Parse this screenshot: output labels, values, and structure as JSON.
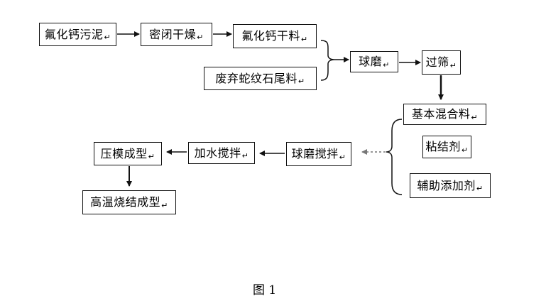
{
  "nodes": {
    "calcium_fluoride_sludge": "氟化钙污泥",
    "sealed_drying": "密闭干燥",
    "calcium_fluoride_dry": "氟化钙干料",
    "waste_serpentine_tailings": "废弃蛇纹石尾料",
    "ball_milling": "球磨",
    "sieving": "过筛",
    "basic_mixture": "基本混合料",
    "binder": "粘结剂",
    "auxiliary_additive": "辅助添加剂",
    "ball_mill_stirring": "球磨搅拌",
    "water_stirring": "加水搅拌",
    "press_molding": "压模成型",
    "high_temp_sintering": "高温烧结成型"
  },
  "paragraph_mark": "↵",
  "caption": "图 1"
}
